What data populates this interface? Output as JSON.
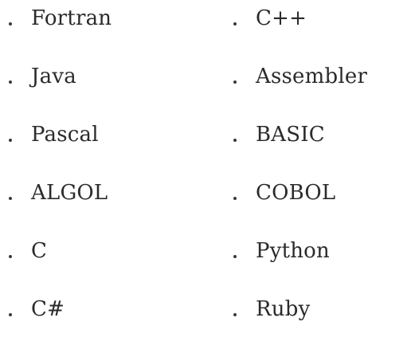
{
  "languages": {
    "left": [
      {
        "label": "Fortran"
      },
      {
        "label": "Java"
      },
      {
        "label": "Pascal"
      },
      {
        "label": "ALGOL"
      },
      {
        "label": "C"
      },
      {
        "label": "C#"
      }
    ],
    "right": [
      {
        "label": "C++"
      },
      {
        "label": "Assembler"
      },
      {
        "label": "BASIC"
      },
      {
        "label": "COBOL"
      },
      {
        "label": "Python"
      },
      {
        "label": "Ruby"
      }
    ]
  }
}
